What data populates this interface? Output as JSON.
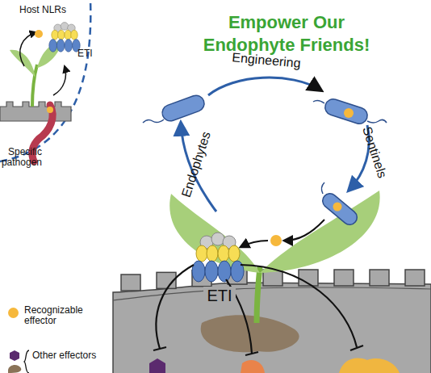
{
  "diagram": {
    "title": "Empower Our Endophyte Friends!",
    "labels": [
      "Host NLRs",
      "ETI",
      "Specific pathogen",
      "Engineering",
      "Endophytes",
      "Sentinels",
      "ETI"
    ],
    "legend": [
      {
        "text": "Recognizable effector",
        "color": "#f6b83c"
      },
      {
        "text": "Other effectors"
      }
    ]
  }
}
